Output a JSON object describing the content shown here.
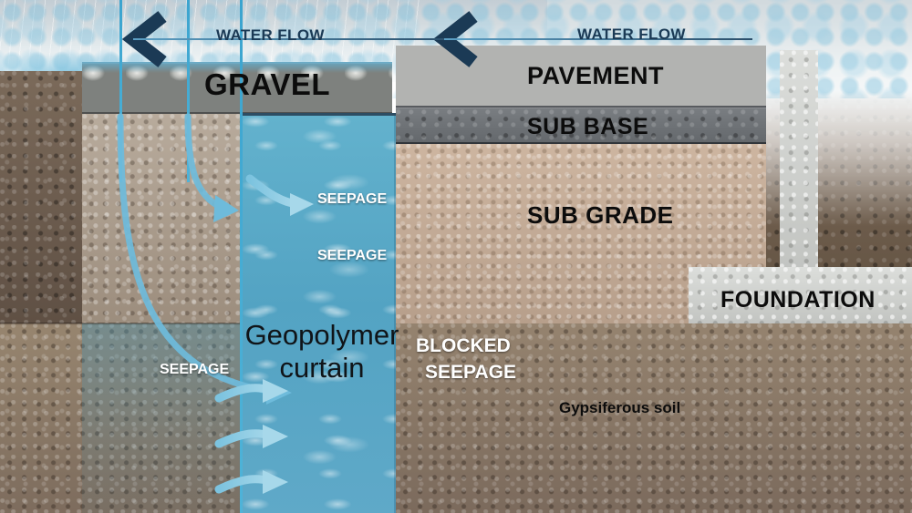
{
  "diagram": {
    "title": "Geopolymer curtain seepage barrier cross-section",
    "flow_left": {
      "label": "WATER FLOW",
      "direction": "left",
      "icon": "chevron-left-icon"
    },
    "flow_right": {
      "label": "WATER FLOW",
      "direction": "left",
      "icon": "chevron-left-icon"
    },
    "left_section": {
      "gravel": "GRAVEL",
      "curtain": "Geopolymer curtain",
      "seepage_labels": [
        "SEEPAGE",
        "SEEPAGE",
        "SEEPAGE"
      ],
      "injection_lines": 3,
      "seepage_arrows": 5
    },
    "right_section": {
      "pavement": "PAVEMENT",
      "sub_base": "SUB BASE",
      "sub_grade": "SUB GRADE",
      "foundation": "FOUNDATION",
      "blocked_line1": "BLOCKED",
      "blocked_line2": "SEEPAGE"
    },
    "soil": {
      "label": "Gypsiferous soil"
    },
    "colors": {
      "water": "#5aaac9",
      "water_dark": "#2d4d63",
      "navy_text": "#1b3a55",
      "arrow_blue": "#8cc8e0",
      "gravel_gray": "#9fa4a4",
      "pavement_gray": "#b2b3b1",
      "subbase_gray": "#6f7377",
      "subgrade_tan": "#c2aa96",
      "soil_brown": "#8a786a",
      "concrete_gray": "#cdcfcc"
    }
  }
}
